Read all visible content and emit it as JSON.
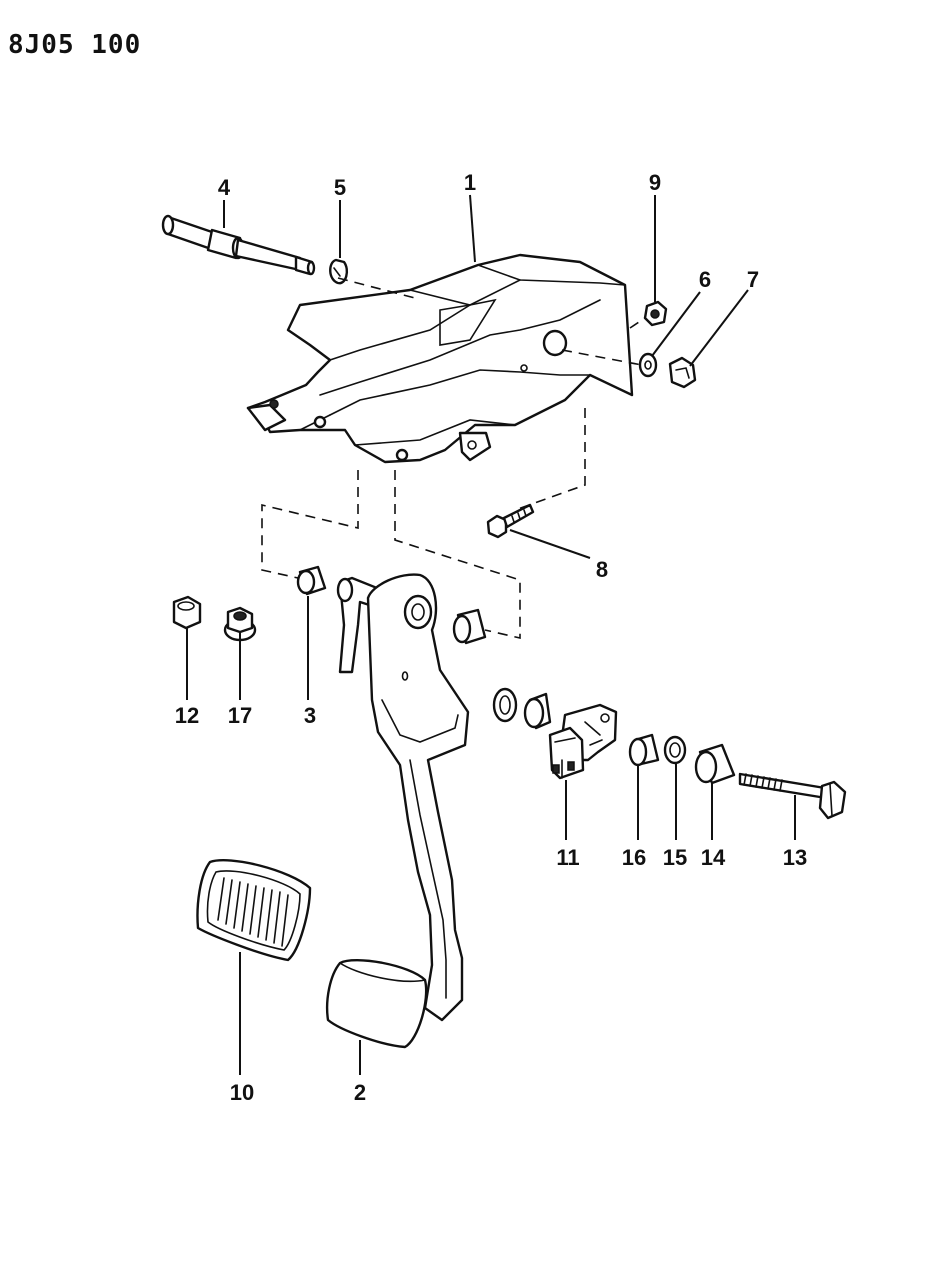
{
  "diagram": {
    "id_label": "8J05 100"
  },
  "callouts": {
    "c1": "1",
    "c2": "2",
    "c3": "3",
    "c4": "4",
    "c5": "5",
    "c6": "6",
    "c7": "7",
    "c8": "8",
    "c9": "9",
    "c10": "10",
    "c11": "11",
    "c12": "12",
    "c13": "13",
    "c14": "14",
    "c15": "15",
    "c16": "16",
    "c17": "17"
  }
}
